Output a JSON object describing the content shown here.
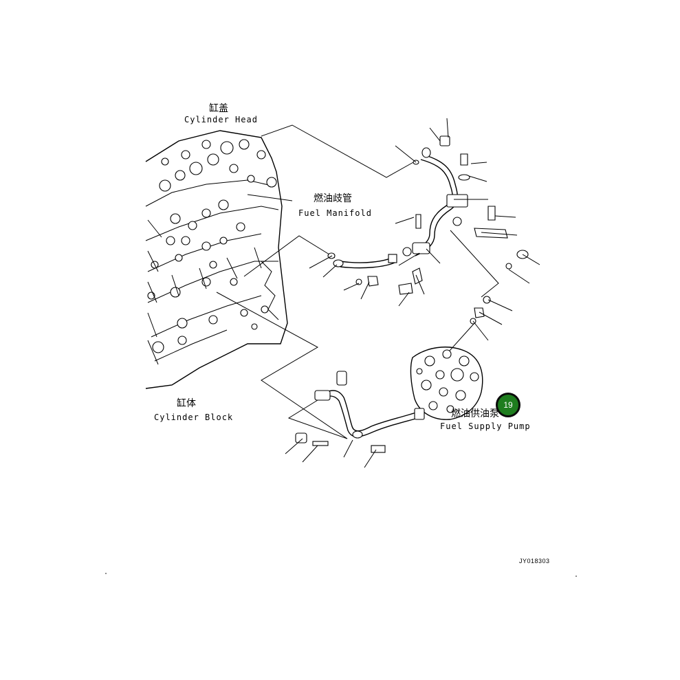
{
  "labels": {
    "cylinder_head_cn": "缸盖",
    "cylinder_head_en": "Cylinder Head",
    "fuel_manifold_cn": "燃油歧管",
    "fuel_manifold_en": "Fuel Manifold",
    "cylinder_block_cn": "缸体",
    "cylinder_block_en": "Cylinder Block",
    "fuel_pump_cn": "燃油供油泵",
    "fuel_pump_en": "Fuel Supply Pump"
  },
  "callout": {
    "number": "19",
    "color": "#1e7d1e"
  },
  "drawing_code": "JY018303"
}
